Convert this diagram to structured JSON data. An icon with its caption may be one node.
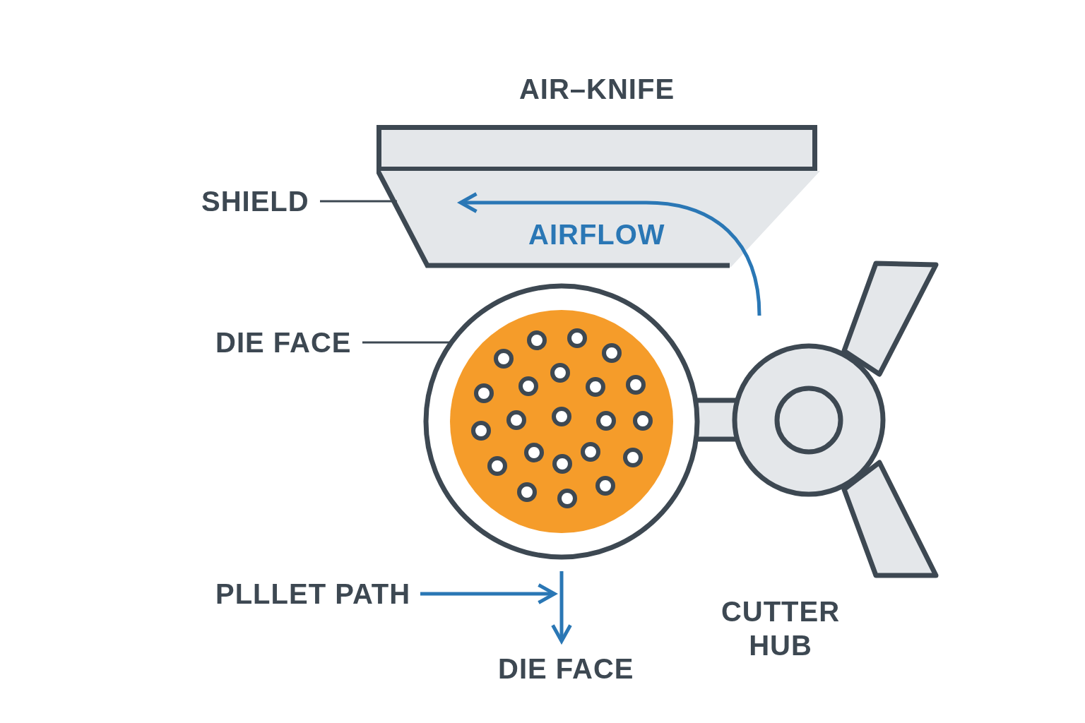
{
  "diagram": {
    "nodes": [
      {
        "text": [
          "AIR–KNIFE"
        ]
      },
      {
        "text": [
          "SHIELD"
        ]
      },
      {
        "text": [],
        "shape": "trapezoid"
      },
      {
        "text": [
          "DIE FACE"
        ]
      },
      {
        "text": [],
        "shape": "circle"
      },
      {
        "text": [
          "PLLLET PATH"
        ]
      },
      {
        "text": [
          "DIE FACE"
        ]
      }
    ],
    "edges": [
      {
        "from": 1,
        "to": 2,
        "arrow": "none"
      },
      {
        "from": 3,
        "to": 4,
        "arrow": "none"
      },
      {
        "from": 5,
        "to": null,
        "arrow": "to",
        "color": "#2a77b5"
      },
      {
        "from": 4,
        "to": 6,
        "arrow": "to",
        "color": "#2a77b5"
      }
    ],
    "labels": [
      "AIRFLOW",
      "CUTTER HUB"
    ]
  }
}
